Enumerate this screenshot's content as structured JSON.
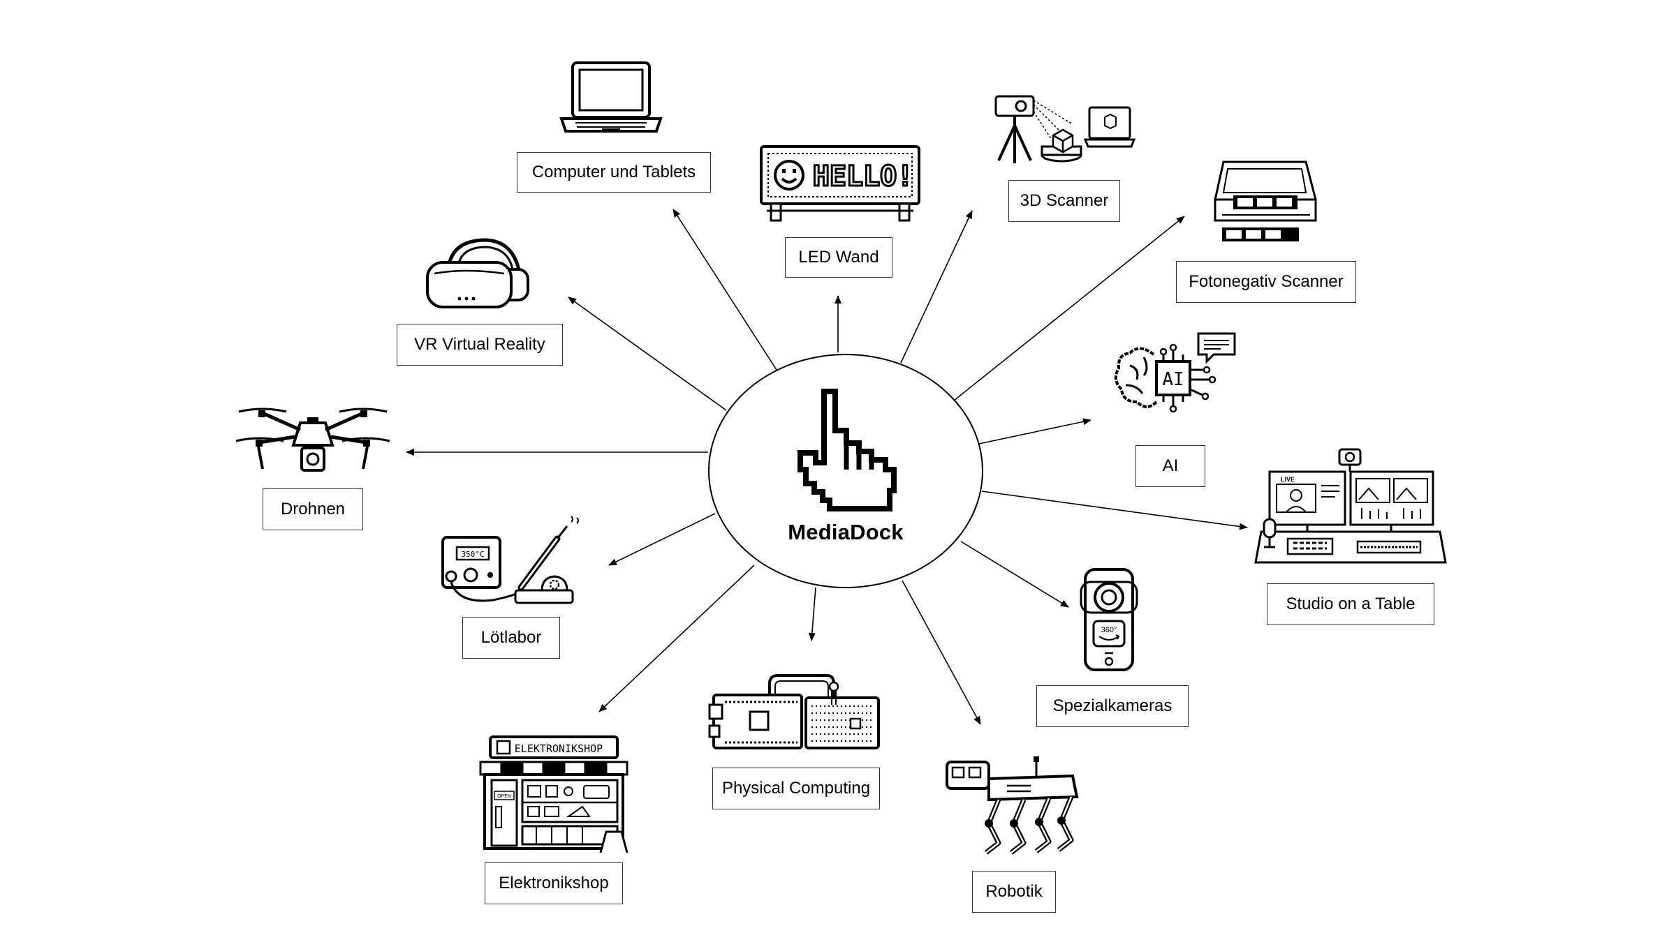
{
  "hub": {
    "title": "MediaDock",
    "icon": "pointing-hand-cursor-icon"
  },
  "nodes": [
    {
      "id": "computer",
      "label": "Computer und Tablets",
      "icon": "laptop-icon"
    },
    {
      "id": "led",
      "label": "LED Wand",
      "icon": "led-wall-icon",
      "display_text": "HELLO!"
    },
    {
      "id": "scanner3d",
      "label": "3D Scanner",
      "icon": "3d-scanner-icon"
    },
    {
      "id": "negativ",
      "label": "Fotonegativ Scanner",
      "icon": "film-scanner-icon"
    },
    {
      "id": "vr",
      "label": "VR Virtual Reality",
      "icon": "vr-headset-icon"
    },
    {
      "id": "ai",
      "label": "AI",
      "icon": "ai-brain-icon",
      "chip_text": "AI"
    },
    {
      "id": "drone",
      "label": "Drohnen",
      "icon": "drone-icon"
    },
    {
      "id": "studio",
      "label": "Studio on a Table",
      "icon": "studio-desk-icon",
      "live_text": "LIVE"
    },
    {
      "id": "loet",
      "label": "Lötlabor",
      "icon": "soldering-station-icon",
      "temp_text": "350°C"
    },
    {
      "id": "spezial",
      "label": "Spezialkameras",
      "icon": "360-camera-icon",
      "badge_text": "360°"
    },
    {
      "id": "shop",
      "label": "Elektronikshop",
      "icon": "electronics-shop-icon",
      "sign_text": "ELEKTRONIKSHOP",
      "door_text": "OPEN"
    },
    {
      "id": "physical",
      "label": "Physical Computing",
      "icon": "microcontroller-breadboard-icon"
    },
    {
      "id": "robotik",
      "label": "Robotik",
      "icon": "robot-dog-icon"
    }
  ]
}
